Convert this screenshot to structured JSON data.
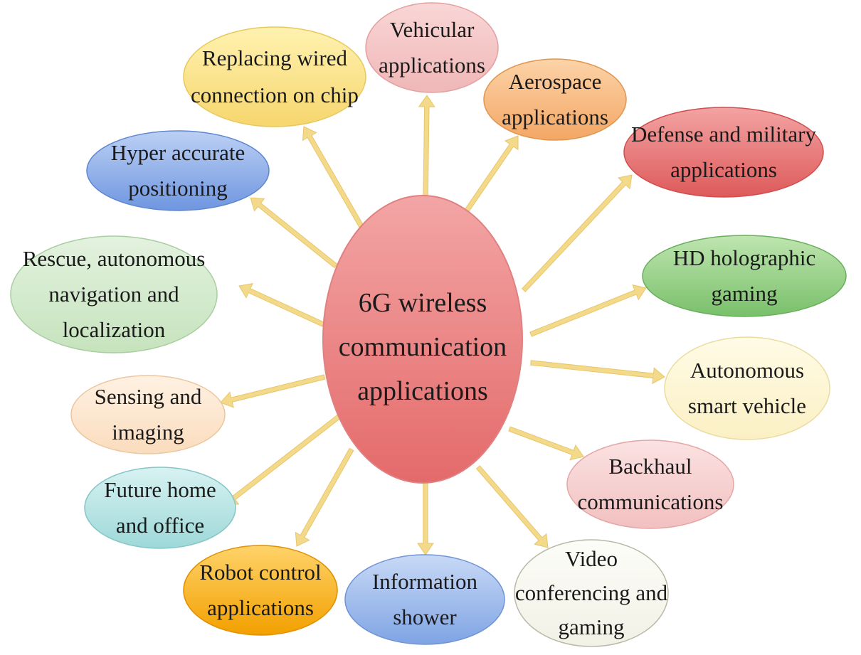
{
  "center": {
    "lines": [
      "6G wireless",
      "communication",
      "applications"
    ],
    "fill_top": "#f3a5a5",
    "fill_bottom": "#e46a6a",
    "stroke": "#e08080"
  },
  "arrow_color": "#f3d98a",
  "nodes": [
    {
      "id": "replacing-wired-connection",
      "lines": [
        "Replacing wired",
        "connection on chip"
      ],
      "fill_top": "#fff2b0",
      "fill_bottom": "#f6d66e",
      "stroke": "#e8c85c"
    },
    {
      "id": "vehicular-applications",
      "lines": [
        "Vehicular",
        "applications"
      ],
      "fill_top": "#f9d6d6",
      "fill_bottom": "#f0b7b7",
      "stroke": "#e4a0a0"
    },
    {
      "id": "aerospace-applications",
      "lines": [
        "Aerospace",
        "applications"
      ],
      "fill_top": "#fcd3a8",
      "fill_bottom": "#f3a765",
      "stroke": "#e0964f"
    },
    {
      "id": "defense-military-applications",
      "lines": [
        "Defense and military",
        "applications"
      ],
      "fill_top": "#f3a3a3",
      "fill_bottom": "#de5a5a",
      "stroke": "#d04e4e"
    },
    {
      "id": "hd-holographic-gaming",
      "lines": [
        "HD holographic",
        "gaming"
      ],
      "fill_top": "#bfe5b0",
      "fill_bottom": "#79c06a",
      "stroke": "#6aaf5c"
    },
    {
      "id": "autonomous-smart-vehicle",
      "lines": [
        "Autonomous",
        "smart vehicle"
      ],
      "fill_top": "#fffbe6",
      "fill_bottom": "#fbf0c4",
      "stroke": "#eadca0"
    },
    {
      "id": "backhaul-communications",
      "lines": [
        "Backhaul",
        "communications"
      ],
      "fill_top": "#fbe2e2",
      "fill_bottom": "#f2c0c0",
      "stroke": "#e5a6a6"
    },
    {
      "id": "video-conferencing-gaming",
      "lines": [
        "Video",
        "conferencing and",
        "gaming"
      ],
      "fill_top": "#fdfdf8",
      "fill_bottom": "#f1f1e6",
      "stroke": "#b9b9a8"
    },
    {
      "id": "information-shower",
      "lines": [
        "Information",
        "shower"
      ],
      "fill_top": "#c8d9f6",
      "fill_bottom": "#7fa4e4",
      "stroke": "#6f93d4"
    },
    {
      "id": "robot-control-applications",
      "lines": [
        "Robot control",
        "applications"
      ],
      "fill_top": "#ffd36a",
      "fill_bottom": "#f2a000",
      "stroke": "#e09000"
    },
    {
      "id": "future-home-office",
      "lines": [
        "Future home",
        "and office"
      ],
      "fill_top": "#d8f2f2",
      "fill_bottom": "#9ed8d8",
      "stroke": "#86c6c6"
    },
    {
      "id": "sensing-imaging",
      "lines": [
        "Sensing and",
        "imaging"
      ],
      "fill_top": "#fff1e3",
      "fill_bottom": "#fadcbd",
      "stroke": "#ecc79f"
    },
    {
      "id": "rescue-navigation-localization",
      "lines": [
        "Rescue, autonomous",
        "navigation and",
        "localization"
      ],
      "fill_top": "#e3f2df",
      "fill_bottom": "#c6e3bd",
      "stroke": "#a9cea0"
    },
    {
      "id": "hyper-accurate-positioning",
      "lines": [
        "Hyper accurate",
        "positioning"
      ],
      "fill_top": "#bcd0f4",
      "fill_bottom": "#6f96e0",
      "stroke": "#5f86d0"
    }
  ]
}
